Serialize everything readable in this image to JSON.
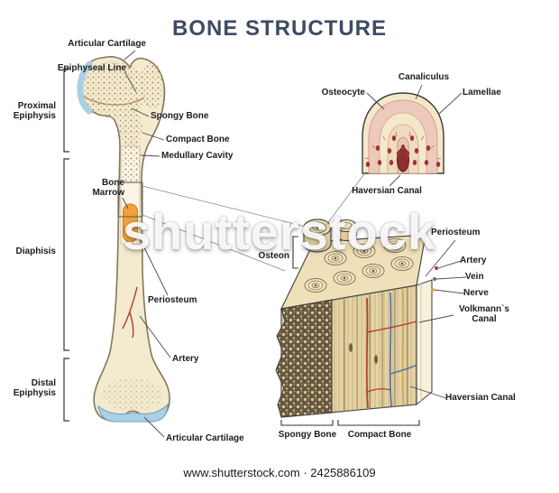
{
  "title": "BONE STRUCTURE",
  "watermark_text": "shutterstock",
  "footer_text": "www.shutterstock.com · 2425886109",
  "femur_labels": {
    "articular_cartilage_top": "Articular Cartilage",
    "epiphyseal_line": "Epiphyseal Line",
    "proximal_epiphysis": "Proximal Epiphysis",
    "spongy_bone": "Spongy Bone",
    "compact_bone": "Compact Bone",
    "medullary_cavity": "Medullary Cavity",
    "bone_marrow": "Bone Marrow",
    "diaphisis": "Diaphisis",
    "periosteum": "Periosteum",
    "artery": "Artery",
    "distal_epiphysis": "Distal Epiphysis",
    "articular_cartilage_bottom": "Articular Cartilage"
  },
  "osteon_detail_labels": {
    "canaliculus": "Canaliculus",
    "osteocyte": "Osteocyte",
    "lamellae": "Lamellae",
    "haversian_canal": "Haversian Canal"
  },
  "bone_block_labels": {
    "osteon": "Osteon",
    "periosteum": "Periosteum",
    "artery": "Artery",
    "vein": "Vein",
    "nerve": "Nerve",
    "volkmanns_canal": "Volkmann`s Canal",
    "haversian_canal": "Haversian Canal",
    "spongy_bone": "Spongy Bone",
    "compact_bone": "Compact Bone"
  },
  "colors": {
    "title": "#3d4c63",
    "bone_fill": "#f3ead0",
    "bone_outline": "#86765a",
    "cartilage_blue": "#a9d0e5",
    "bone_marrow_orange": "#f2a23c",
    "artery_red": "#b23a2a",
    "vein_blue": "#4a6fa5",
    "nerve_yellow": "#d9a93c",
    "osteocyte_red": "#9e3434",
    "haversian_canal_dark_red": "#8e2f2f"
  }
}
